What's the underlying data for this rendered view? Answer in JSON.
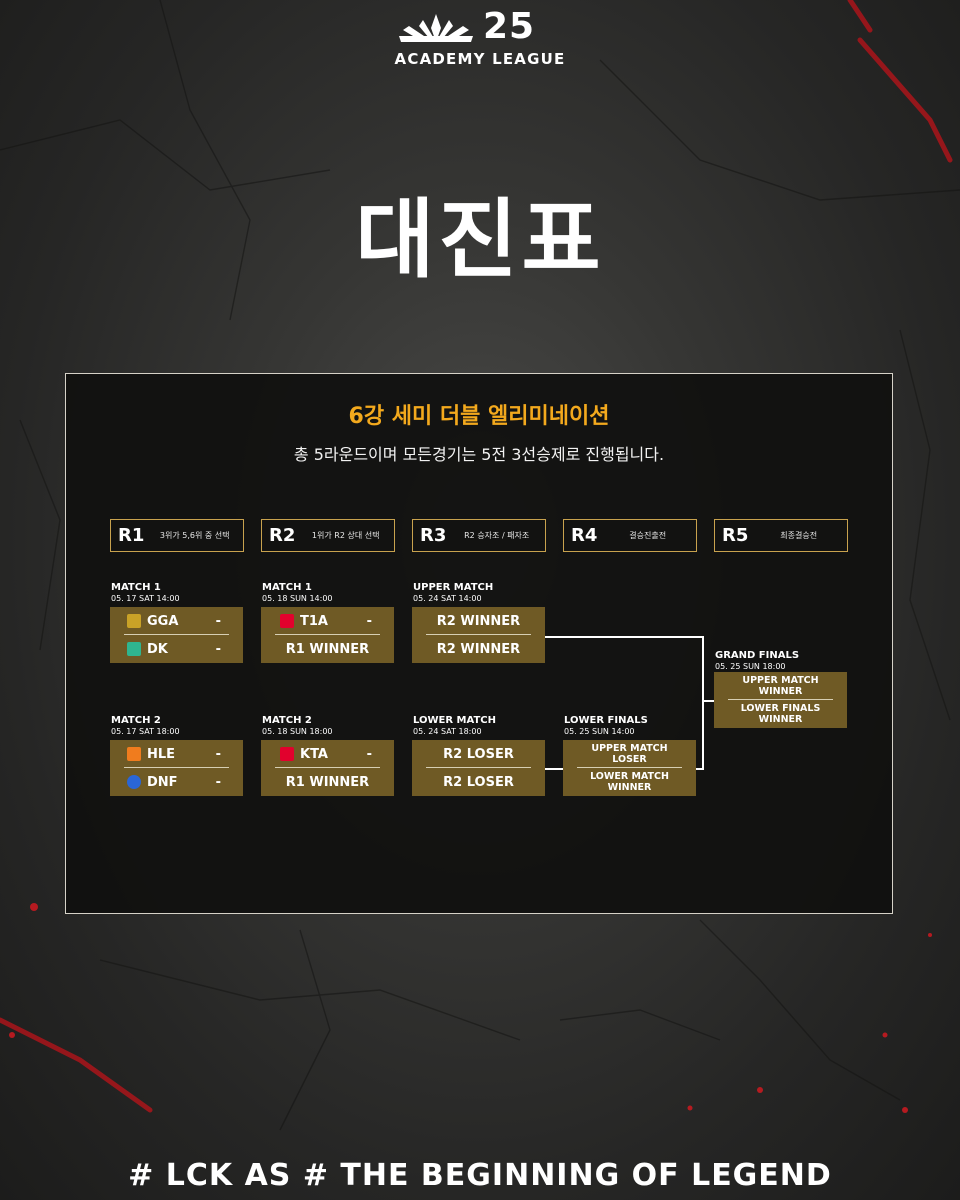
{
  "header": {
    "logo_number": "25",
    "logo_text": "ACADEMY LEAGUE"
  },
  "title": "대진표",
  "panel": {
    "title": "6강 세미 더블 엘리미네이션",
    "subtitle": "총 5라운드이며 모든경기는 5전 3선승제로 진행됩니다."
  },
  "rounds": [
    {
      "code": "R1",
      "desc": "3위가 5,6위 중 선택"
    },
    {
      "code": "R2",
      "desc": "1위가 R2 상대 선택"
    },
    {
      "code": "R3",
      "desc": "R2 승자조 / 패자조"
    },
    {
      "code": "R4",
      "desc": "결승진출전"
    },
    {
      "code": "R5",
      "desc": "최종결승전"
    }
  ],
  "matches": {
    "r1_m1": {
      "label": "MATCH 1",
      "date": "05. 17 SAT 14:00",
      "team1": {
        "name": "GGA",
        "score": "-"
      },
      "team2": {
        "name": "DK",
        "score": "-"
      }
    },
    "r1_m2": {
      "label": "MATCH 2",
      "date": "05. 17 SAT 18:00",
      "team1": {
        "name": "HLE",
        "score": "-"
      },
      "team2": {
        "name": "DNF",
        "score": "-"
      }
    },
    "r2_m1": {
      "label": "MATCH 1",
      "date": "05. 18 SUN 14:00",
      "team1": {
        "name": "T1A",
        "score": "-"
      },
      "team2": {
        "name": "R1 WINNER"
      }
    },
    "r2_m2": {
      "label": "MATCH 2",
      "date": "05. 18 SUN 18:00",
      "team1": {
        "name": "KTA",
        "score": "-"
      },
      "team2": {
        "name": "R1 WINNER"
      }
    },
    "r3_upper": {
      "label": "UPPER MATCH",
      "date": "05. 24 SAT 14:00",
      "team1": {
        "name": "R2 WINNER"
      },
      "team2": {
        "name": "R2 WINNER"
      }
    },
    "r3_lower": {
      "label": "LOWER MATCH",
      "date": "05. 24 SAT 18:00",
      "team1": {
        "name": "R2 LOSER"
      },
      "team2": {
        "name": "R2 LOSER"
      }
    },
    "r4_lower_finals": {
      "label": "LOWER FINALS",
      "date": "05. 25 SUN 14:00",
      "team1": {
        "line1": "UPPER MATCH",
        "line2": "LOSER"
      },
      "team2": {
        "line1": "LOWER MATCH",
        "line2": "WINNER"
      }
    },
    "r5_grand_finals": {
      "label": "GRAND FINALS",
      "date": "05. 25 SUN 18:00",
      "team1": {
        "line1": "UPPER MATCH",
        "line2": "WINNER"
      },
      "team2": {
        "line1": "LOWER FINALS",
        "line2": "WINNER"
      }
    }
  },
  "team_colors": {
    "GGA": "#c9a227",
    "DK": "#2fb58f",
    "HLE": "#f07c1e",
    "DNF": "#2a66d6",
    "T1A": "#e2012d",
    "KTA": "#e2012d"
  },
  "footer": {
    "hashtag": "# LCK AS # THE BEGINNING OF LEGEND"
  },
  "colors": {
    "accent_orange": "#f3a91d",
    "match_box": "#6f5a25",
    "round_border": "#c8a24e"
  }
}
